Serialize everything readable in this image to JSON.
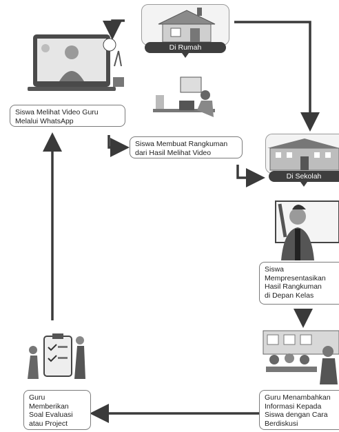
{
  "locations": {
    "home": "Di Rumah",
    "school": "Di Sekolah"
  },
  "steps": {
    "watch_video": {
      "line1": "Siswa Melihat Video Guru",
      "line2": "Melalui WhatsApp"
    },
    "summarize": {
      "line1": "Siswa Membuat Rangkuman",
      "line2": "dari Hasil Melihat Video"
    },
    "present": {
      "line1": "Siswa",
      "line2": "Mempresentasikan",
      "line3": "Hasil Rangkuman",
      "line4": "di Depan Kelas"
    },
    "discuss": {
      "line1": "Guru Menambahkan",
      "line2": "Informasi Kepada",
      "line3": "Siswa dengan Cara",
      "line4": "Berdiskusi"
    },
    "evaluate": {
      "line1": "Guru",
      "line2": "Memberikan",
      "line3": "Soal Evaluasi",
      "line4": "atau Project"
    }
  },
  "colors": {
    "arrow": "#3a3a3a",
    "tag": "#3e3e3e",
    "border": "#7a7a7a"
  }
}
